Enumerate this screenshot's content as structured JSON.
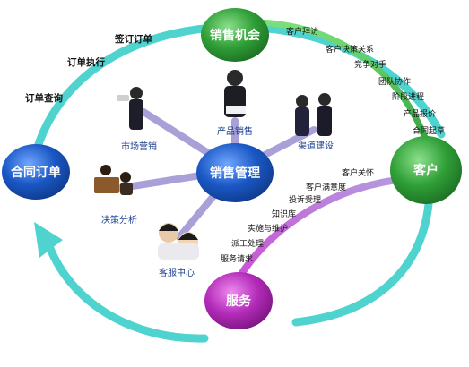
{
  "nodes": {
    "top": "销售机会",
    "left": "合同订单",
    "right": "客户",
    "center": "销售管理",
    "bottom": "服务"
  },
  "left_arc_labels": [
    "签订订单",
    "订单执行",
    "订单查询"
  ],
  "right_top_labels": [
    "客户拜访",
    "客户决策关系",
    "竞争对手",
    "团队协作",
    "阶段进程",
    "产品报价",
    "合同起草"
  ],
  "service_labels": [
    "客户关怀",
    "客户满意度",
    "投诉受理",
    "知识库",
    "实施与维护",
    "派工处理",
    "服务请求"
  ],
  "roles": {
    "marketing": "市场营销",
    "product_sales": "产品销售",
    "channel": "渠道建设",
    "decision": "决策分析",
    "service_center": "客服中心"
  },
  "colors": {
    "ring": "#4fd3cf",
    "green": "#2e9e3a",
    "blue": "#1b5ec2",
    "magenta": "#b428b9",
    "spoke": "#a9a0d8",
    "lavender": "#b89ee0"
  }
}
